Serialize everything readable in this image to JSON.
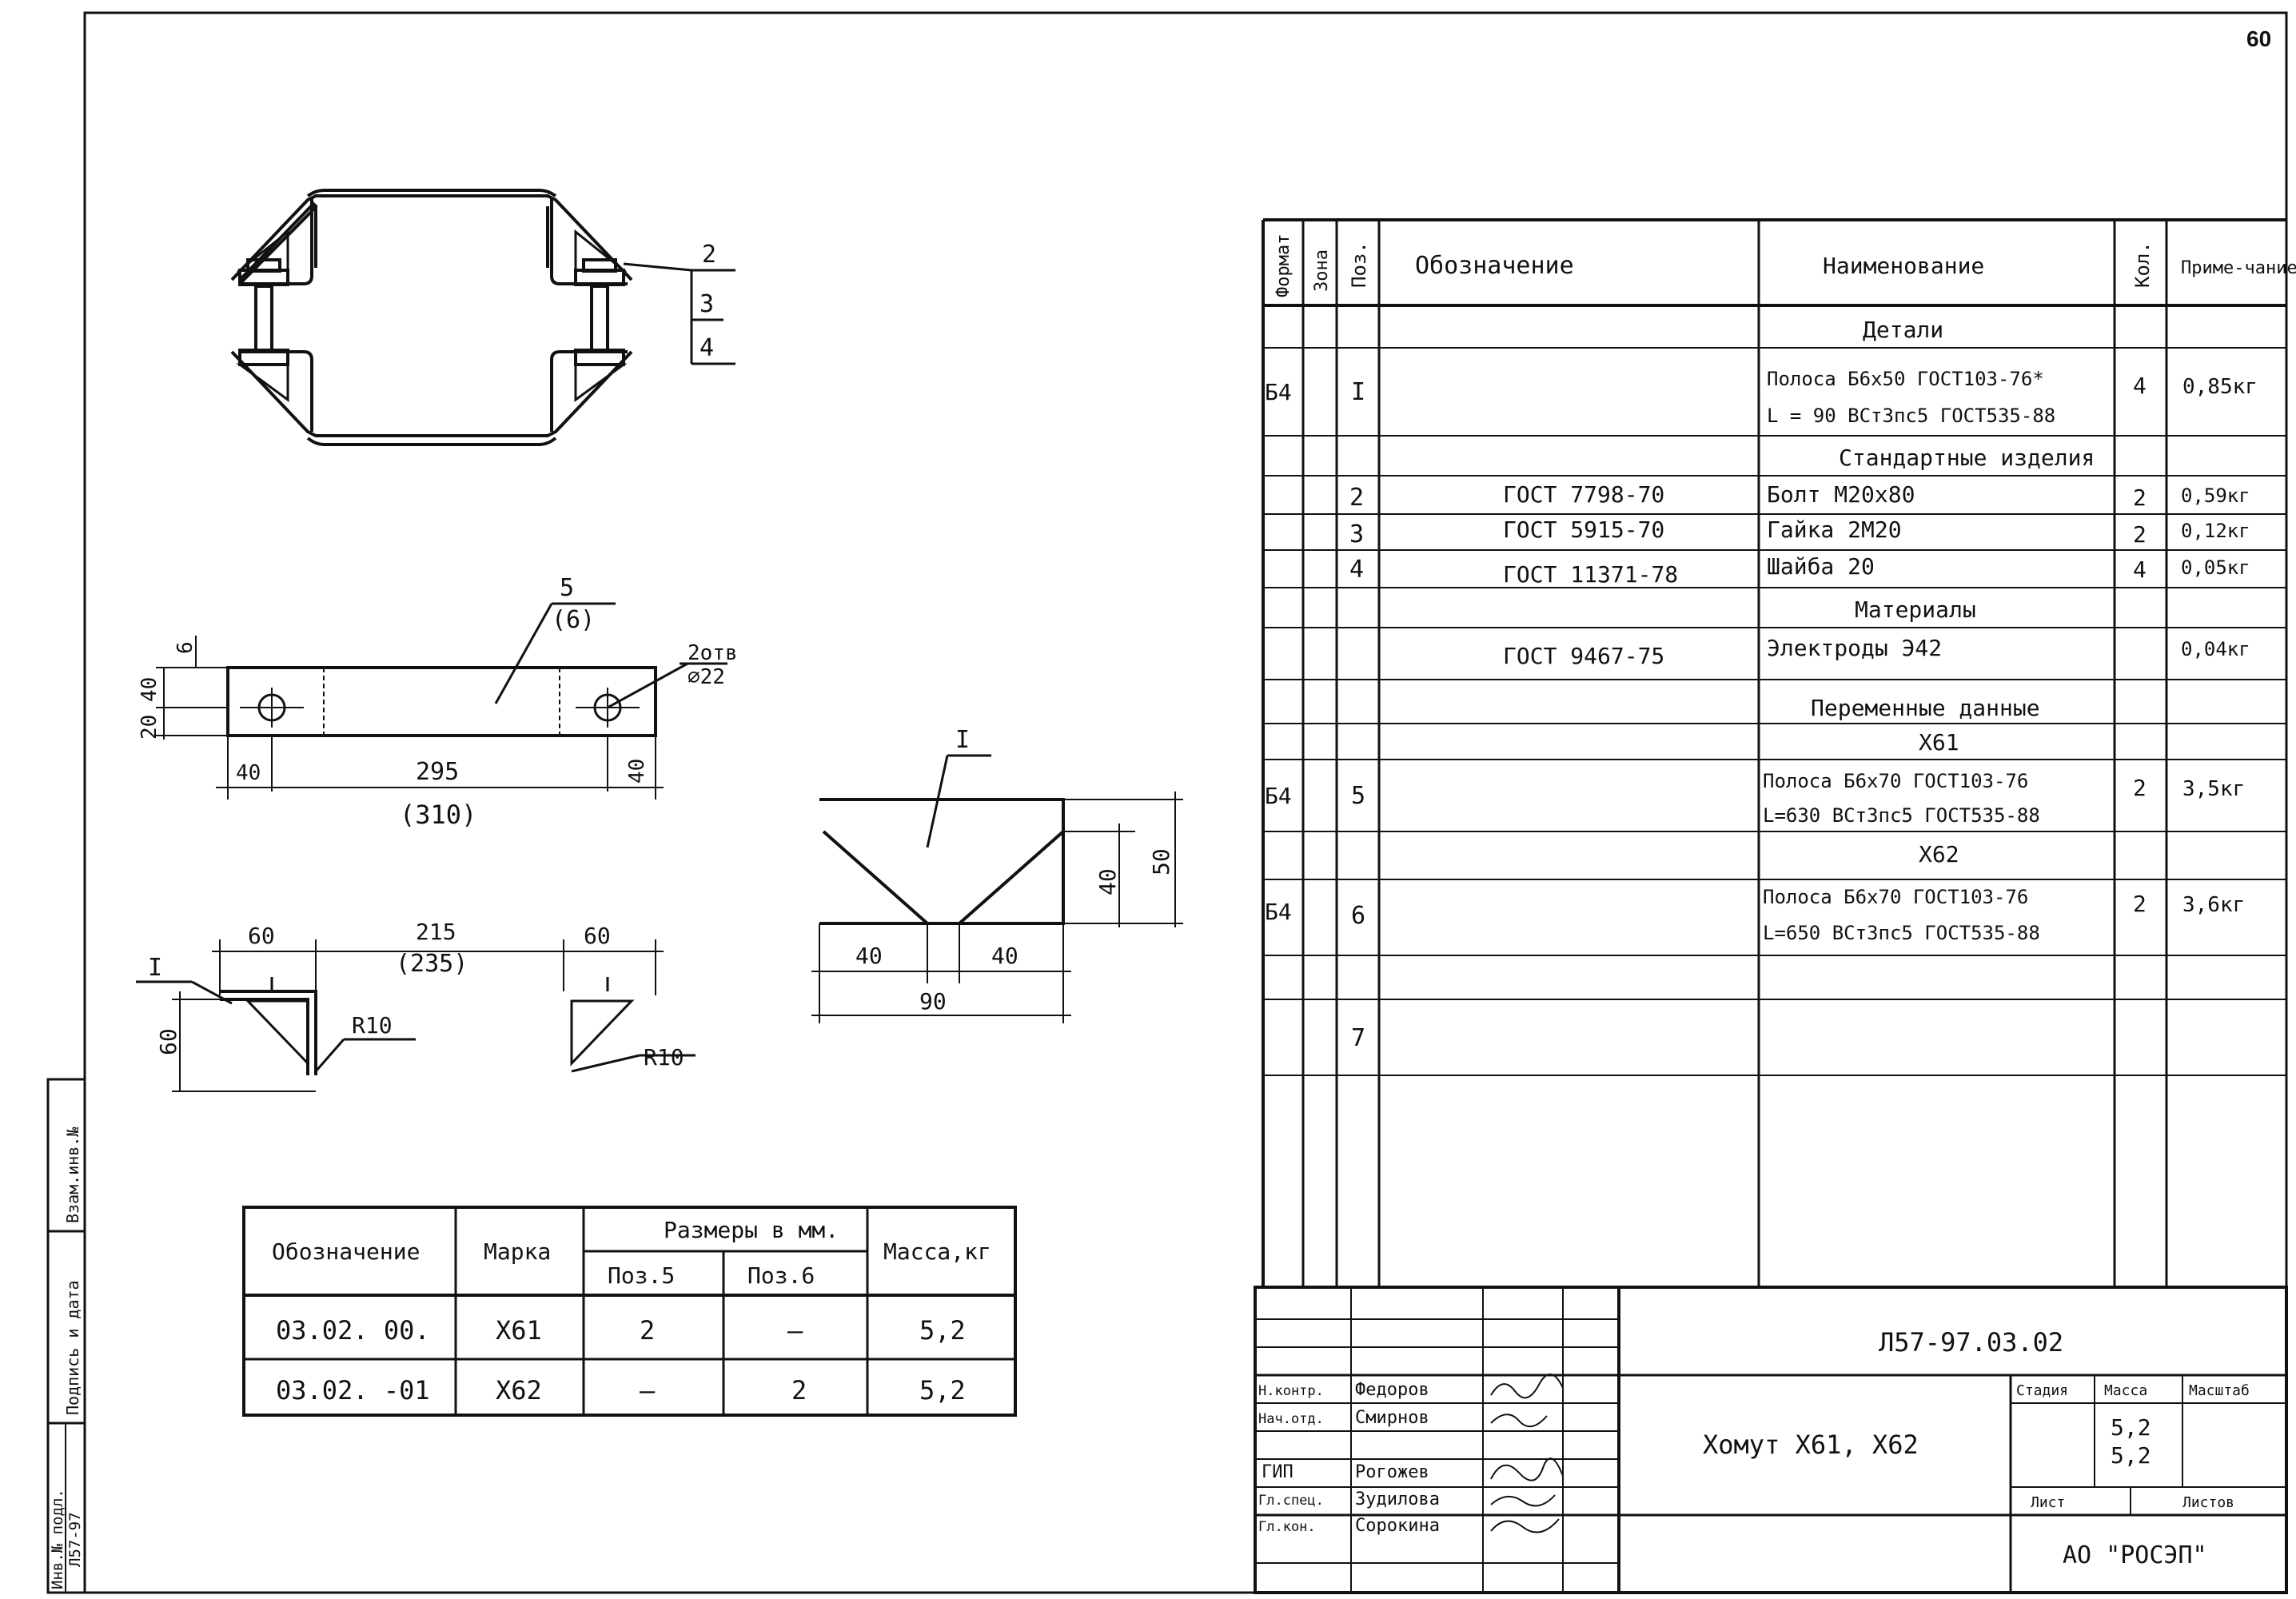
{
  "page_number": "60",
  "side_stamp": {
    "inv_podl": "Инв.№ подл.",
    "podpis": "Подпись и дата",
    "vzam": "Взам.инв.№",
    "code": "Л57-97"
  },
  "drawing_labels": {
    "top_callout": [
      "2",
      "3",
      "4"
    ],
    "mid_callout_top": "5",
    "mid_callout_bot": "(6)",
    "holes_top": "2отв",
    "holes_bot": "⌀22",
    "dim_6": "6",
    "dim_20a": "20",
    "dim_40a": "40",
    "dim_40l": "40",
    "dim_295": "295",
    "dim_40r": "40",
    "dim_310": "(310)",
    "dim_60l": "60",
    "dim_215": "215",
    "dim_235": "(235)",
    "dim_60r": "60",
    "dim_60v": "60",
    "lab_I_left": "I",
    "lab_R10a": "R10",
    "lab_R10b": "R10",
    "lab_I_detail": "I",
    "det_40l": "40",
    "det_40r": "40",
    "det_90": "90",
    "det_40v": "40",
    "det_50v": "50"
  },
  "spec_table": {
    "headers": {
      "format": "Формат",
      "zona": "Зона",
      "poz": "Поз.",
      "oboznach": "Обозначение",
      "naimen": "Наименование",
      "kol": "Кол.",
      "prim": "Приме-чание"
    },
    "section_details": "Детали",
    "row1": {
      "fmt": "Б4",
      "poz": "I",
      "name_top": "Полоса Б6х50 ГОСТ103-76*",
      "name_bot": "L = 90 ВСт3пс5 ГОСТ535-88",
      "kol": "4",
      "prim": "0,85кг"
    },
    "section_std": "Стандартные изделия",
    "row2": {
      "poz": "2",
      "obozn": "ГОСТ 7798-70",
      "name": "Болт М20х80",
      "kol": "2",
      "prim": "0,59кг"
    },
    "row3": {
      "poz": "3",
      "obozn": "ГОСТ 5915-70",
      "name": "Гайка 2М20",
      "kol": "2",
      "prim": "0,12кг"
    },
    "row4": {
      "poz": "4",
      "obozn": "ГОСТ 11371-78",
      "name": "Шайба 20",
      "kol": "4",
      "prim": "0,05кг"
    },
    "section_mat": "Материалы",
    "row_mat": {
      "obozn": "ГОСТ 9467-75",
      "name": "Электроды Э42",
      "prim": "0,04кг"
    },
    "section_var": "Переменные данные",
    "sub_x61": "Х61",
    "row5": {
      "fmt": "Б4",
      "poz": "5",
      "name_top": "Полоса Б6х70 ГОСТ103-76",
      "name_bot": "L=630 ВСт3пс5 ГОСТ535-88",
      "kol": "2",
      "prim": "3,5кг"
    },
    "sub_x62": "Х62",
    "row6": {
      "fmt": "Б4",
      "poz": "6",
      "name_top": "Полоса Б6х70 ГОСТ103-76",
      "name_bot": "L=650 ВСт3пс5 ГОСТ535-88",
      "kol": "2",
      "prim": "3,6кг"
    },
    "row7": {
      "poz": "7"
    }
  },
  "mass_table": {
    "h_obozn": "Обозначение",
    "h_marka": "Марка",
    "h_razm": "Размеры в мм.",
    "h_poz5": "Поз.5",
    "h_poz6": "Поз.6",
    "h_mass": "Масса,кг",
    "rows": [
      {
        "obozn": "03.02. 00.",
        "marka": "Х61",
        "p5": "2",
        "p6": "–",
        "mass": "5,2"
      },
      {
        "obozn": "03.02. -01",
        "marka": "Х62",
        "p5": "–",
        "p6": "2",
        "mass": "5,2"
      }
    ]
  },
  "title_block": {
    "doc_code": "Л57-97.03.02",
    "title": "Хомут Х61,  Х62",
    "stadiya": "Стадия",
    "massa": "Масса",
    "masshtab": "Масштаб",
    "mass1": "5,2",
    "mass2": "5,2",
    "list": "Лист",
    "listov": "Листов",
    "org": "АО \"РОСЭП\"",
    "roles": [
      "Н.контр.",
      "Нач.отд.",
      "ГИП",
      "Гл.спец.",
      "Гл.кон."
    ],
    "names": [
      "Федоров",
      "Смирнов",
      "Рогожев",
      "Зудилова",
      "Сорокина"
    ]
  }
}
